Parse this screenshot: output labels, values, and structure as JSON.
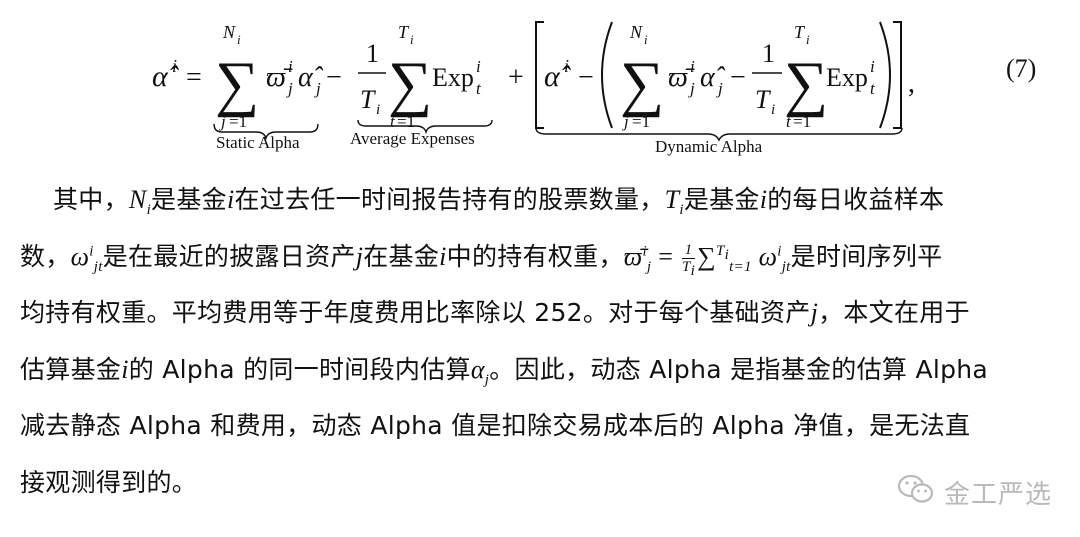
{
  "equation": {
    "label_static": "Static Alpha",
    "label_average": "Average Expenses",
    "label_dynamic": "Dynamic Alpha",
    "number": "(7)"
  },
  "paragraph": {
    "l1_a": "其中，",
    "l1_b": "是基金",
    "l1_c": "在过去任一时间报告持有的股票数量，",
    "l1_d": "是基金",
    "l1_e": "的每日收益样本",
    "l2_a": "数，",
    "l2_b": "是在最近的披露日资产",
    "l2_c": "在基金",
    "l2_d": "中的持有权重，",
    "l2_e": "是时间序列平",
    "l3": "均持有权重。平均费用等于年度费用比率除以 252。对于每个基础资产",
    "l3_b": "，本文在用于",
    "l4_a": "估算基金",
    "l4_b": "的 Alpha 的同一时间段内估算",
    "l4_c": "。因此，动态 Alpha 是指基金的估算 Alpha",
    "l5": "减去静态 Alpha 和费用，动态 Alpha 值是扣除交易成本后的 Alpha 净值，是无法直",
    "l6": "接观测得到的。"
  },
  "watermark": {
    "text": "金工严选",
    "icon": "wechat-icon"
  }
}
